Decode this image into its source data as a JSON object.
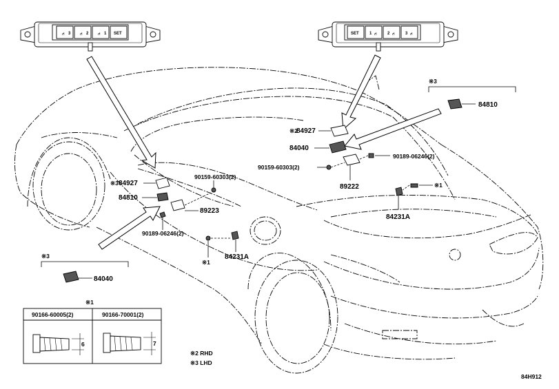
{
  "diagram_id": "84H912",
  "switch_left": {
    "buttons": [
      "3",
      "2",
      "1",
      "SET"
    ]
  },
  "switch_right": {
    "buttons": [
      "SET",
      "1",
      "2",
      "3"
    ]
  },
  "labels": {
    "p84927_r": "84927",
    "p84927_r_mark": "※2",
    "p84040_r": "84040",
    "p84810_r": "84810",
    "p89222": "89222",
    "b90159_r": "90159-60303(2)",
    "b90189_r": "90189-06246(2)",
    "p84231a_r": "84231A",
    "mark1_r": "※1",
    "b90159_l": "90159-60303(2)",
    "p84927_l": "84927",
    "p84927_l_mark": "※3",
    "p84810_l": "84810",
    "p89223": "89223",
    "b90189_l": "90189-06246(2)",
    "p84231a_l": "84231A",
    "mark1_l": "※1",
    "box_right_mark": "※3",
    "box_left_mark": "※3",
    "p84040_l": "84040"
  },
  "legend_table": {
    "mark": "※1",
    "col1": "90166-60005(2)",
    "col2": "90166-70001(2)",
    "dim1": "6",
    "dim2": "7"
  },
  "notes": {
    "rhd": "※2 RHD",
    "lhd": "※3 LHD"
  }
}
